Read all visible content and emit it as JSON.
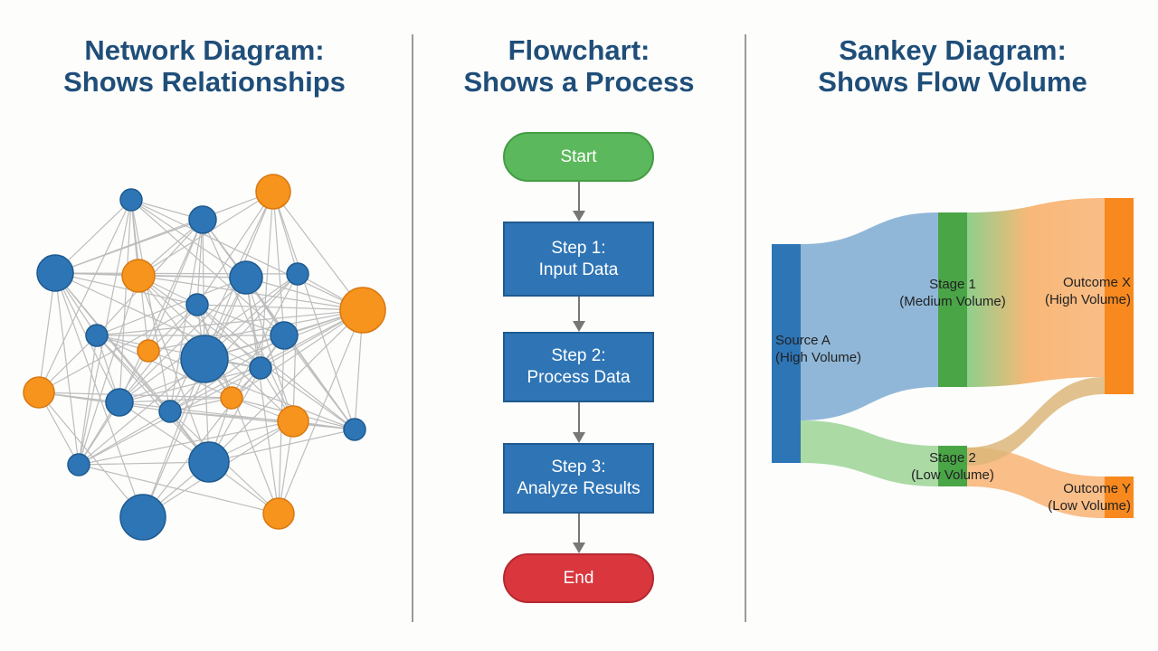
{
  "panels": [
    {
      "title_line1": "Network Diagram:",
      "title_line2": "Shows Relationships"
    },
    {
      "title_line1": "Flowchart:",
      "title_line2": "Shows a Process"
    },
    {
      "title_line1": "Sankey Diagram:",
      "title_line2": "Shows Flow Volume"
    }
  ],
  "network": {
    "colors": {
      "blue": "#2e75b6",
      "orange": "#f7941d",
      "edge": "#bdbdbd"
    }
  },
  "flowchart": {
    "start": "Start",
    "steps": [
      {
        "line1": "Step 1:",
        "line2": "Input Data"
      },
      {
        "line1": "Step 2:",
        "line2": "Process Data"
      },
      {
        "line1": "Step 3:",
        "line2": "Analyze Results"
      }
    ],
    "end": "End",
    "colors": {
      "start": "#5cb85c",
      "step": "#2f75b5",
      "end": "#d9363e",
      "arrow": "#777777"
    }
  },
  "sankey": {
    "nodes": [
      {
        "line1": "Source A",
        "line2": "(High Volume)"
      },
      {
        "line1": "Stage 1",
        "line2": "(Medium Volume)"
      },
      {
        "line1": "Stage 2",
        "line2": "(Low Volume)"
      },
      {
        "line1": "Outcome X",
        "line2": "(High Volume)"
      },
      {
        "line1": "Outcome Y",
        "line2": "(Low Volume)"
      }
    ],
    "colors": {
      "source": "#2e75b6",
      "stage": "#4aa547",
      "outcome": "#f7891f"
    }
  }
}
